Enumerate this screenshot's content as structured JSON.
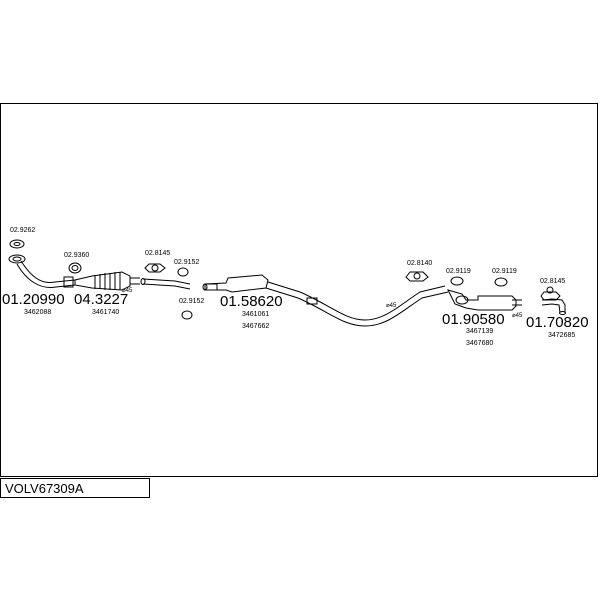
{
  "title_code": "VOLV67309A",
  "parts": {
    "p1": {
      "main": "01.20990",
      "ref": "3462088"
    },
    "p2": {
      "main": "04.3227",
      "ref": "3461740"
    },
    "p3": {
      "main": "01.58620",
      "ref1": "3461061",
      "ref2": "3467662"
    },
    "p4": {
      "main": "01.90580",
      "ref1": "3467139",
      "ref2": "3467680"
    },
    "p5": {
      "main": "01.70820",
      "ref": "3472685"
    }
  },
  "accessories": {
    "a1": "02.9262",
    "a2": "02.9360",
    "a3": "02.8145",
    "a4": "02.9152",
    "a5": "02.9152",
    "a6": "02.8140",
    "a7": "02.9119",
    "a8": "02.9119",
    "a9": "02.8145"
  },
  "diameters": {
    "d1": "⌀45",
    "d2": "⌀45",
    "d3": "⌀45"
  }
}
